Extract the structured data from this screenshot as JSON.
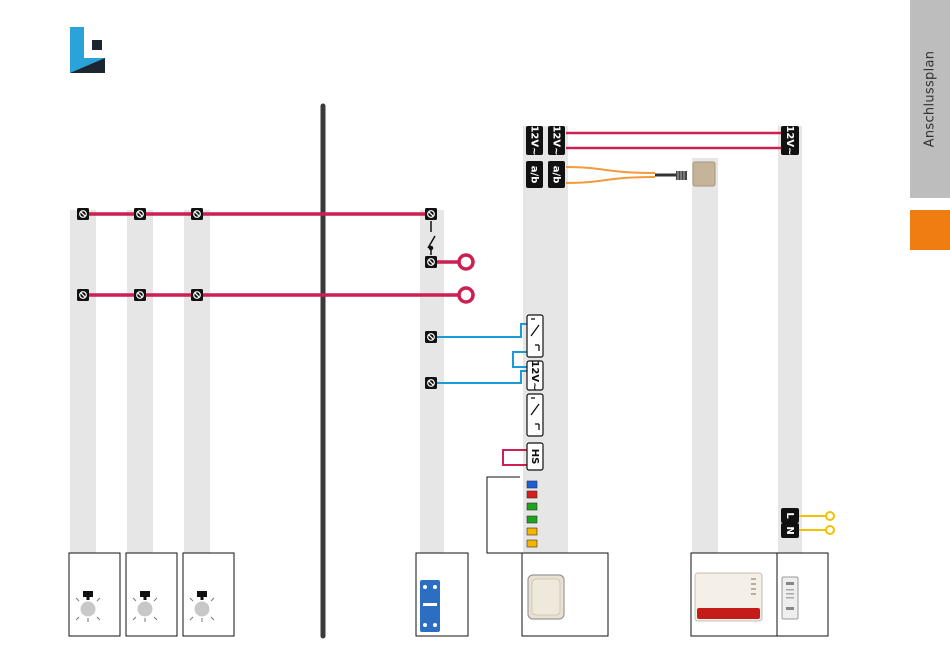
{
  "title": "Anschlussplan",
  "colors": {
    "primary_wire": "#cc1f52",
    "signal_wire": "#1a9ad6",
    "hs_wire": "#cc1f52",
    "mains_wire": "#f2c200",
    "ab_wire": "#f39a3a",
    "accent_tab": "#f07d12",
    "module_rail": "#e6e6e6",
    "logo": "#2ba3d9"
  },
  "labels": {
    "v12": "12V~",
    "ab": "a/b",
    "hs": "HS",
    "n": "N",
    "l": "L"
  }
}
